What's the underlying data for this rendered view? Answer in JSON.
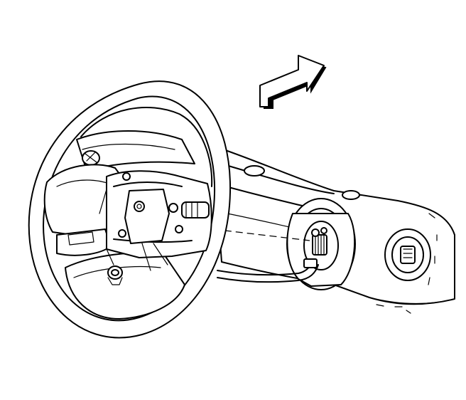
{
  "diagram": {
    "colors": {
      "ink": "#000000",
      "background": "#ffffff",
      "arrow_fill": "#ffffff",
      "arrow_shadow": "#000000"
    },
    "parts": [
      {
        "name": "steering-wheel"
      },
      {
        "name": "wheel-hub-assembly"
      },
      {
        "name": "wiring-harness-connector"
      },
      {
        "name": "steering-shaft-nut"
      },
      {
        "name": "steering-column"
      },
      {
        "name": "column-shaft-splines"
      },
      {
        "name": "ignition-lock-cylinder"
      }
    ],
    "direction_arrow": {
      "icon": "direction-arrow-icon",
      "pointing": "up-right"
    }
  }
}
